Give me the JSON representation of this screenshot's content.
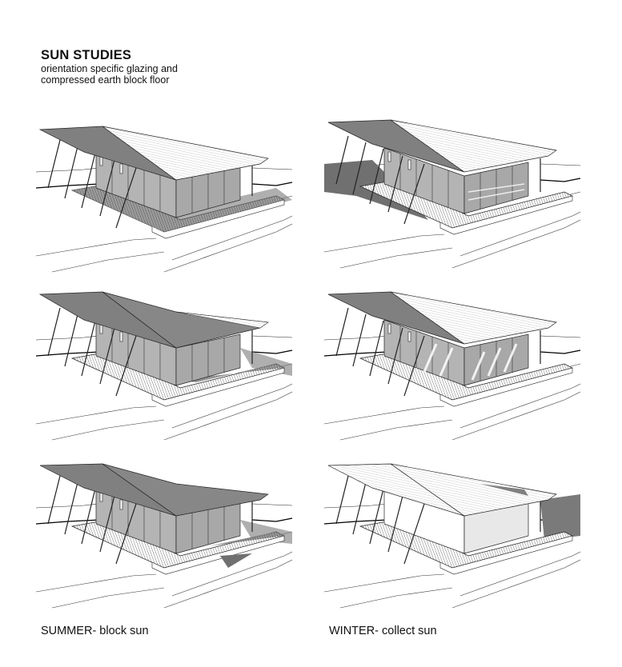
{
  "header": {
    "title": "SUN STUDIES",
    "subtitle_line1": "orientation specific glazing and",
    "subtitle_line2": "compressed earth block floor"
  },
  "columns": [
    {
      "caption": "SUMMER- block sun",
      "season": "summer",
      "strategy": "block sun"
    },
    {
      "caption": "WINTER- collect sun",
      "season": "winter",
      "strategy": "collect sun"
    }
  ],
  "panels": [
    {
      "id": "summer-1",
      "column": 0,
      "row": 0,
      "roof_shade": "left-wing",
      "deck_shadow": "full"
    },
    {
      "id": "winter-1",
      "column": 1,
      "row": 0,
      "roof_shade": "left-wing",
      "deck_shadow": "left-ground",
      "interior": "sunlit"
    },
    {
      "id": "summer-2",
      "column": 0,
      "row": 1,
      "roof_shade": "both-wings",
      "deck_shadow": "partial"
    },
    {
      "id": "winter-2",
      "column": 1,
      "row": 1,
      "roof_shade": "left-wing",
      "deck_shadow": "light",
      "interior": "sunlit-stripes"
    },
    {
      "id": "summer-3",
      "column": 0,
      "row": 2,
      "roof_shade": "both-wings",
      "deck_shadow": "right-corner"
    },
    {
      "id": "winter-3",
      "column": 1,
      "row": 2,
      "roof_shade": "none",
      "deck_shadow": "right-wall",
      "interior": "sunlit"
    }
  ],
  "colors": {
    "background": "#ffffff",
    "line": "#1a1a1a",
    "roof_shaded": "#808080",
    "roof_lit": "#ffffff",
    "glazing": "#b4b4b4",
    "shadow": "#6e6e6e",
    "deck": "#9a9a9a"
  }
}
